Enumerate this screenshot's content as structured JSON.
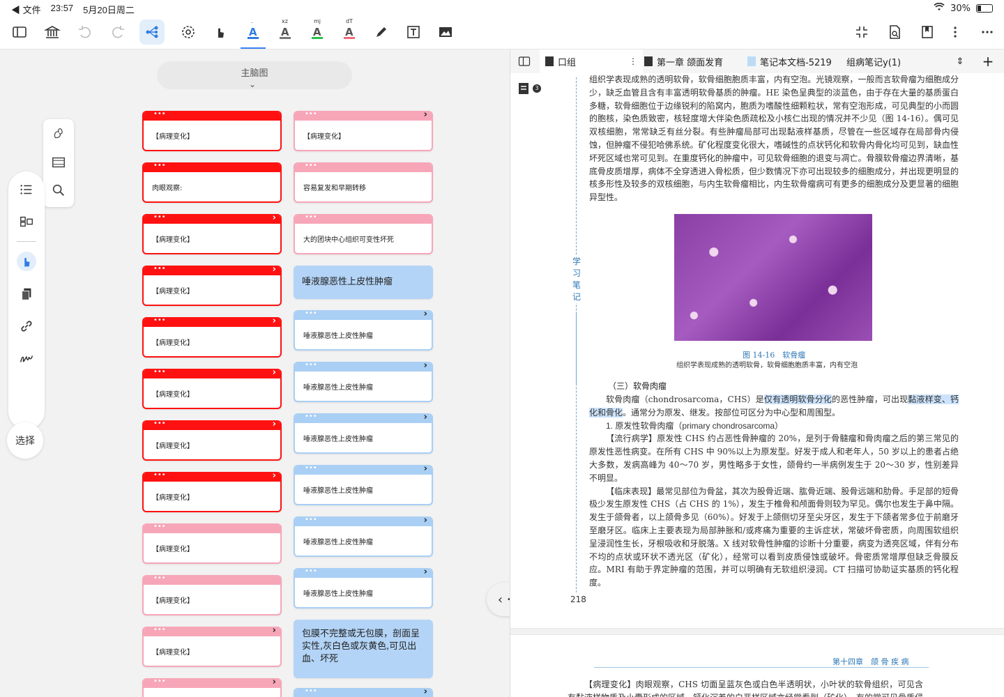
{
  "status": {
    "back_label": "◀ 文件",
    "time": "23:57",
    "date": "5月20日周二",
    "battery": "30%"
  },
  "toolbar": {
    "sup_dot": ".",
    "sup_xz": "xz",
    "sup_mj": "mj",
    "sup_dt": "dT"
  },
  "mindmap": {
    "title": "主脑图",
    "select_label": "选择",
    "left_cards": [
      {
        "text": "【病理变化】",
        "style": "red",
        "arrow": false
      },
      {
        "text": "肉眼观察:",
        "style": "red",
        "arrow": false
      },
      {
        "text": "【病理变化】",
        "style": "red",
        "arrow": true
      },
      {
        "text": "【病理变化】",
        "style": "red",
        "arrow": true
      },
      {
        "text": "【病理变化】",
        "style": "red",
        "arrow": true
      },
      {
        "text": "【病理变化】",
        "style": "red",
        "arrow": true
      },
      {
        "text": "【病理变化】",
        "style": "red",
        "arrow": true
      },
      {
        "text": "【病理变化】",
        "style": "red",
        "arrow": true
      },
      {
        "text": "【病理变化】",
        "style": "pink",
        "arrow": false
      },
      {
        "text": "【病理变化】",
        "style": "pink",
        "arrow": false
      },
      {
        "text": "【病理变化】",
        "style": "pink",
        "arrow": true
      },
      {
        "text": "",
        "style": "pink",
        "arrow": true
      }
    ],
    "right_cards": [
      {
        "text": "【病理变化】",
        "style": "pink",
        "arrow": true
      },
      {
        "text": "容易复发和早期转移",
        "style": "pink",
        "arrow": false
      },
      {
        "text": "大的团块中心组织可变性坏死",
        "style": "pink",
        "arrow": false
      },
      {
        "text": "唾液腺恶性上皮性肿瘤",
        "style": "big",
        "arrow": false
      },
      {
        "text": "唾液腺恶性上皮性肿瘤",
        "style": "blue",
        "arrow": true
      },
      {
        "text": "唾液腺恶性上皮性肿瘤",
        "style": "blue",
        "arrow": true
      },
      {
        "text": "唾液腺恶性上皮性肿瘤",
        "style": "blue",
        "arrow": true
      },
      {
        "text": "唾液腺恶性上皮性肿瘤",
        "style": "blue",
        "arrow": true
      },
      {
        "text": "唾液腺恶性上皮性肿瘤",
        "style": "blue",
        "arrow": true
      },
      {
        "text": "唾液腺恶性上皮性肿瘤",
        "style": "blue",
        "arrow": true
      },
      {
        "text": "包膜不完整或无包膜，剖面呈实性,灰白色或灰黄色,可见出血、坏死",
        "style": "bigtall",
        "arrow": false
      },
      {
        "text": "",
        "style": "blue",
        "arrow": true
      }
    ]
  },
  "tabs": [
    {
      "label": "口组"
    },
    {
      "label": "第一章 颌面发育"
    },
    {
      "label": "笔记本文档-5219"
    },
    {
      "label": "组病笔记y(1)"
    }
  ],
  "doc": {
    "badge_count": "3",
    "note_label": "学习笔记",
    "para1": "组织学表现成熟的透明软骨，软骨细胞胞质丰富，内有空泡。光镜观察，一般而言软骨瘤为细胞成分少，缺乏血管且含有丰富透明软骨基质的肿瘤。HE 染色呈典型的淡蓝色，由于存在大量的基质蛋白多糖，软骨细胞位于边缘锐利的陷窝内，胞质为嗜酸性细颗粒状，常有空泡形成，可见典型的小而圆的胞核，染色质致密，核轻度增大伴染色质疏松及小核仁出现的情况并不少见（图 14-16）。偶可见双核细胞，常常缺乏有丝分裂。有些肿瘤局部可出现黏液样基质，尽管在一些区域存在局部骨内侵蚀，但肿瘤不侵犯哈佛系统。矿化程度变化很大，嗜碱性的点状钙化和软骨内骨化均可见到，缺血性坏死区域也常可见到。在重度钙化的肿瘤中，可见软骨细胞的退变与凋亡。骨膜软骨瘤边界清晰，基底骨皮质增厚，病体不全穿透进入骨松质，但少数情况下亦可出现较多的细胞成分，并出现更明显的核多形性及较多的双核细胞，与内生软骨瘤相比，内生软骨瘤病可有更多的细胞成分及更显著的细胞异型性。",
    "fig_caption": "图 14-16　软骨瘤",
    "fig_sub": "组织学表现成熟的透明软骨，软骨细胞胞质丰富，内有空泡",
    "sec_title": "（三）软骨肉瘤",
    "para2_a": "软骨肉瘤（chondrosarcoma，CHS）是",
    "para2_hl1": "仅有透明软骨分化",
    "para2_b": "的恶性肿瘤，可出现",
    "para2_hl2": "黏液样变、钙化和骨化",
    "para2_c": "。通常分为原发、继发。按部位可区分为中心型和周围型。",
    "sub1": "1. 原发性软骨肉瘤（primary chondrosarcoma）",
    "para3": "【流行病学】原发性 CHS 约占恶性骨肿瘤的 20%，是列于骨髓瘤和骨肉瘤之后的第三常见的原发性恶性病变。在所有 CHS 中 90%以上为原发型。好发于成人和老年人，50 岁以上的患者占绝大多数，发病高峰为 40～70 岁，男性略多于女性，颌骨约一半病例发生于 20～30 岁，性别差异不明显。",
    "para4": "【临床表现】最常见部位为骨盆，其次为股骨近端、肱骨近端、股骨远端和肋骨。手足部的短骨极少发生原发性 CHS（占 CHS 的 1%），发生于椎骨和颅面骨则较为罕见。偶尔也发生于鼻中隔。发生于颌骨者，以上颌骨多见（60%）。好发于上颌侧切牙至尖牙区，发生于下颌者常多位于前磨牙至磨牙区。临床上主要表现为局部肿胀和/或疼痛为重要的主诉症状，常破坏骨密质，向周围软组织呈浸润性生长，牙根吸收和牙脱落。X 线对软骨性肿瘤的诊断十分重要，病变为透亮区域，伴有分布不均的点状或环状不透光区（矿化），经常可以看到皮质侵蚀或破坏。骨密质常增厚但缺乏骨膜反应。MRI 有助于界定肿瘤的范围，并可以明确有无软组织浸润。CT 扫描可协助证实基质的钙化程度。",
    "page_num": "218",
    "chapter_hdr": "第十四章　颌 骨 疾 病",
    "para5": "【病理变化】肉眼观察，CHS 切面呈蓝灰色或白色半透明状，小叶状的软骨组织，可见含有黏液样物质及小囊形成的区域，钙化沉着的白垩样区域亦经常看到（矿化），有的常可见骨质侵蚀。"
  }
}
